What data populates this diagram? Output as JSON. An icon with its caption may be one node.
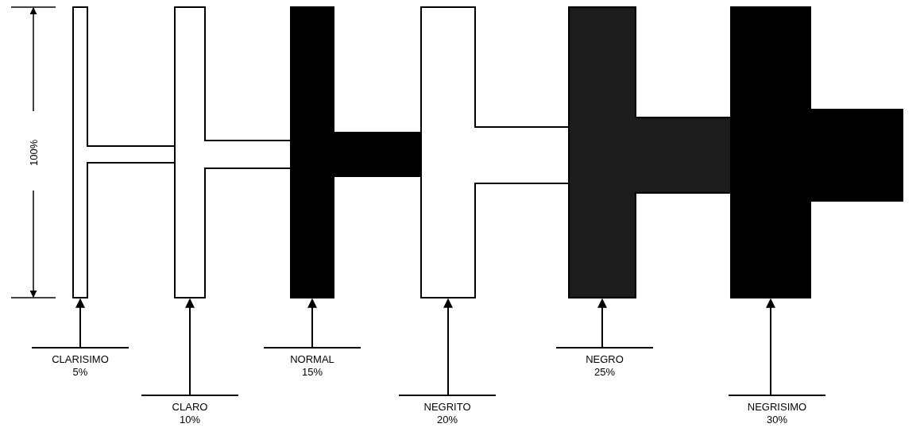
{
  "diagram": {
    "nodes": [
      {
        "text": [],
        "shape": "bar"
      },
      {
        "text": [],
        "shape": "bar"
      },
      {
        "text": [],
        "shape": "bar"
      },
      {
        "text": [],
        "shape": "bar"
      },
      {
        "text": [],
        "shape": "bar"
      },
      {
        "text": [],
        "shape": "bar"
      },
      {
        "text": [
          "CLARISIMO",
          "5%"
        ]
      },
      {
        "text": [
          "CLARO",
          "10%"
        ]
      },
      {
        "text": [
          "NORMAL",
          "15%"
        ]
      },
      {
        "text": [
          "NEGRITO",
          "20%"
        ]
      },
      {
        "text": [
          "NEGRO",
          "25%"
        ]
      },
      {
        "text": [
          "NEGRISIMO",
          "30%"
        ]
      }
    ],
    "edges": [
      {
        "from": 6,
        "to": 0,
        "arrow": "to"
      },
      {
        "from": 7,
        "to": 1,
        "arrow": "to"
      },
      {
        "from": 8,
        "to": 2,
        "arrow": "to"
      },
      {
        "from": 9,
        "to": 3,
        "arrow": "to"
      },
      {
        "from": 10,
        "to": 4,
        "arrow": "to"
      },
      {
        "from": 11,
        "to": 5,
        "arrow": "to"
      }
    ],
    "labels": [
      "100%"
    ]
  }
}
